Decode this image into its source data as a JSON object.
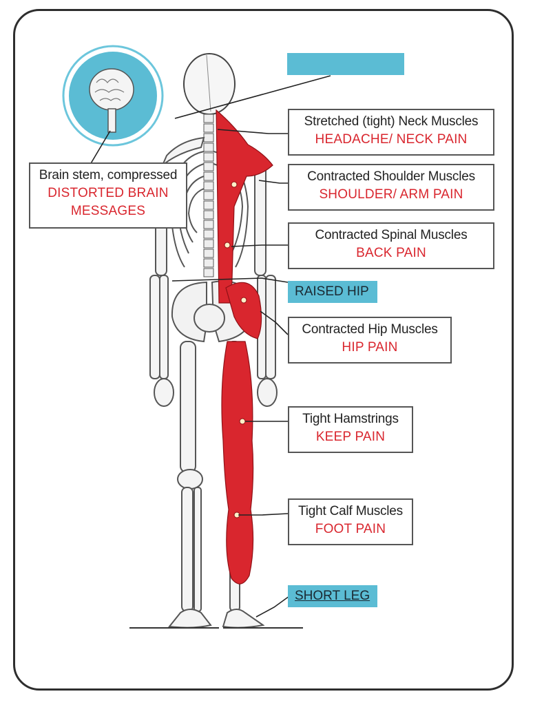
{
  "colors": {
    "accent_blue": "#5bbcd4",
    "muscle_red": "#d9262e",
    "frame": "#2e2e2e"
  },
  "icons": {
    "brain": "brain-icon",
    "skeleton": "skeleton-back-view"
  },
  "top_tag": "",
  "brain_label": {
    "title": "Brain stem, compressed",
    "pain_line1": "DISTORTED BRAIN",
    "pain_line2": "MESSAGES"
  },
  "neck": {
    "title": "Stretched (tight) Neck Muscles",
    "pain": "HEADACHE/ NECK PAIN"
  },
  "shoulder": {
    "title": "Contracted Shoulder Muscles",
    "pain": "SHOULDER/ ARM PAIN"
  },
  "spinal": {
    "title": "Contracted Spinal Muscles",
    "pain": "BACK PAIN"
  },
  "raised_hip": "RAISED HIP",
  "hip": {
    "title": "Contracted Hip Muscles",
    "pain": "HIP PAIN"
  },
  "hamstrings": {
    "title": "Tight Hamstrings",
    "pain": "KEEP PAIN"
  },
  "calf": {
    "title": "Tight Calf Muscles",
    "pain": "FOOT PAIN"
  },
  "short_leg": "SHORT LEG"
}
